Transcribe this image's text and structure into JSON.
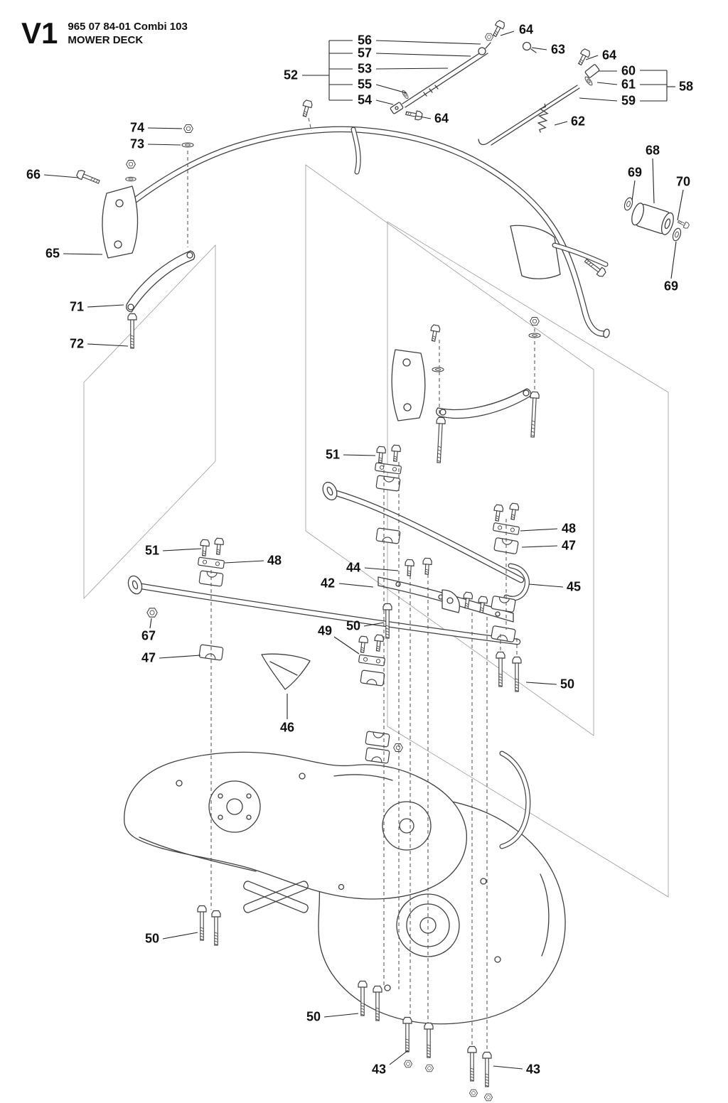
{
  "page": {
    "version": "V1",
    "part_number": "965 07 84-01 Combi 103",
    "title": "MOWER DECK"
  },
  "colors": {
    "ink": "#111111",
    "line": "#3f3f3f",
    "background": "#ffffff"
  },
  "callouts": [
    "64",
    "56",
    "63",
    "57",
    "64",
    "53",
    "60",
    "52",
    "55",
    "61",
    "58",
    "54",
    "59",
    "64",
    "62",
    "74",
    "73",
    "68",
    "66",
    "69",
    "70",
    "65",
    "69",
    "71",
    "72",
    "51",
    "48",
    "47",
    "51",
    "48",
    "44",
    "42",
    "45",
    "50",
    "49",
    "67",
    "47",
    "50",
    "46",
    "50",
    "50",
    "43",
    "43"
  ]
}
